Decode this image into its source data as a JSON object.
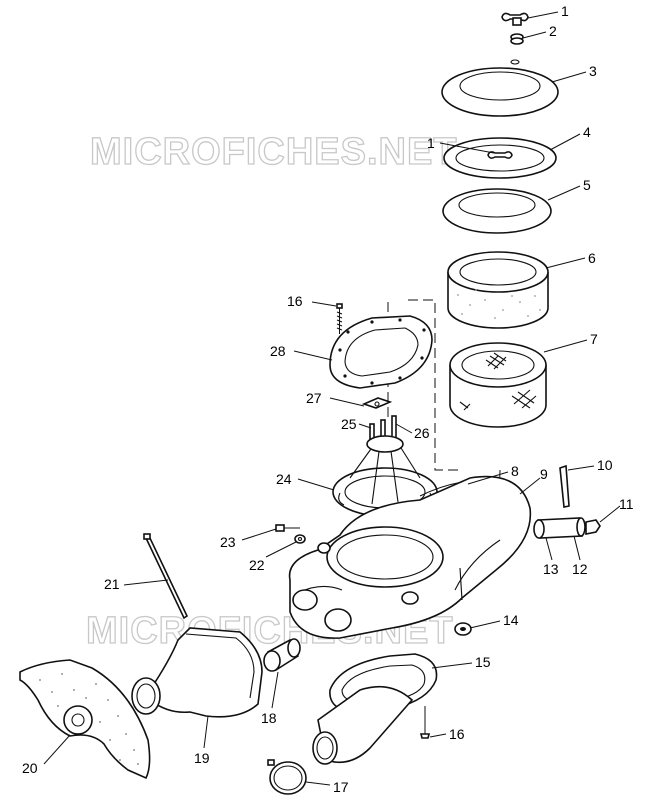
{
  "watermarks": [
    "MICROFICHES.NET",
    "MICROFICHES.NET"
  ],
  "callouts": [
    {
      "id": "c1a",
      "text": "1"
    },
    {
      "id": "c2",
      "text": "2"
    },
    {
      "id": "c3",
      "text": "3"
    },
    {
      "id": "c1b",
      "text": "1"
    },
    {
      "id": "c4",
      "text": "4"
    },
    {
      "id": "c5",
      "text": "5"
    },
    {
      "id": "c6",
      "text": "6"
    },
    {
      "id": "c16a",
      "text": "16"
    },
    {
      "id": "c7",
      "text": "7"
    },
    {
      "id": "c28",
      "text": "28"
    },
    {
      "id": "c27",
      "text": "27"
    },
    {
      "id": "c25",
      "text": "25"
    },
    {
      "id": "c26",
      "text": "26"
    },
    {
      "id": "c8",
      "text": "8"
    },
    {
      "id": "c9",
      "text": "9"
    },
    {
      "id": "c10",
      "text": "10"
    },
    {
      "id": "c24",
      "text": "24"
    },
    {
      "id": "c11",
      "text": "11"
    },
    {
      "id": "c23",
      "text": "23"
    },
    {
      "id": "c22",
      "text": "22"
    },
    {
      "id": "c13",
      "text": "13"
    },
    {
      "id": "c12",
      "text": "12"
    },
    {
      "id": "c21",
      "text": "21"
    },
    {
      "id": "c14",
      "text": "14"
    },
    {
      "id": "c15",
      "text": "15"
    },
    {
      "id": "c18",
      "text": "18"
    },
    {
      "id": "c16b",
      "text": "16"
    },
    {
      "id": "c20",
      "text": "20"
    },
    {
      "id": "c19",
      "text": "19"
    },
    {
      "id": "c17",
      "text": "17"
    }
  ]
}
